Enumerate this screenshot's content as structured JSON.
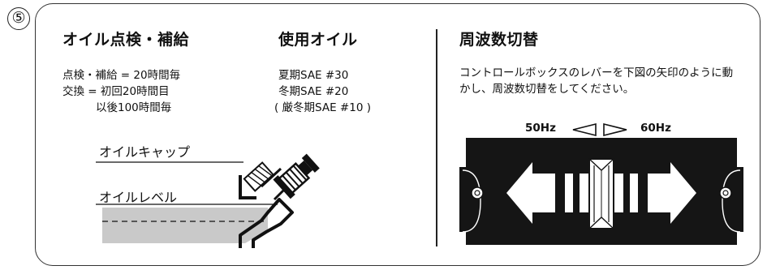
{
  "section_number": "⑤",
  "oil": {
    "title": "オイル点検・補給",
    "inspect_line": "点検・補給 = 20時間毎",
    "exchange_line1": "交換 = 初回20時間目",
    "exchange_line2": "以後100時間毎"
  },
  "used_oil": {
    "title": "使用オイル",
    "summer": "夏期SAE #30",
    "winter": "冬期SAE #20",
    "severe_winter": "( 厳冬期SAE #10 )"
  },
  "diagram": {
    "cap_label": "オイルキャップ",
    "level_label": "オイルレベル"
  },
  "frequency": {
    "title": "周波数切替",
    "instruction": "コントロールボックスのレバーを下図の矢印のように動かし、周波数切替をしてください。",
    "left_hz": "50Hz",
    "right_hz": "60Hz"
  }
}
